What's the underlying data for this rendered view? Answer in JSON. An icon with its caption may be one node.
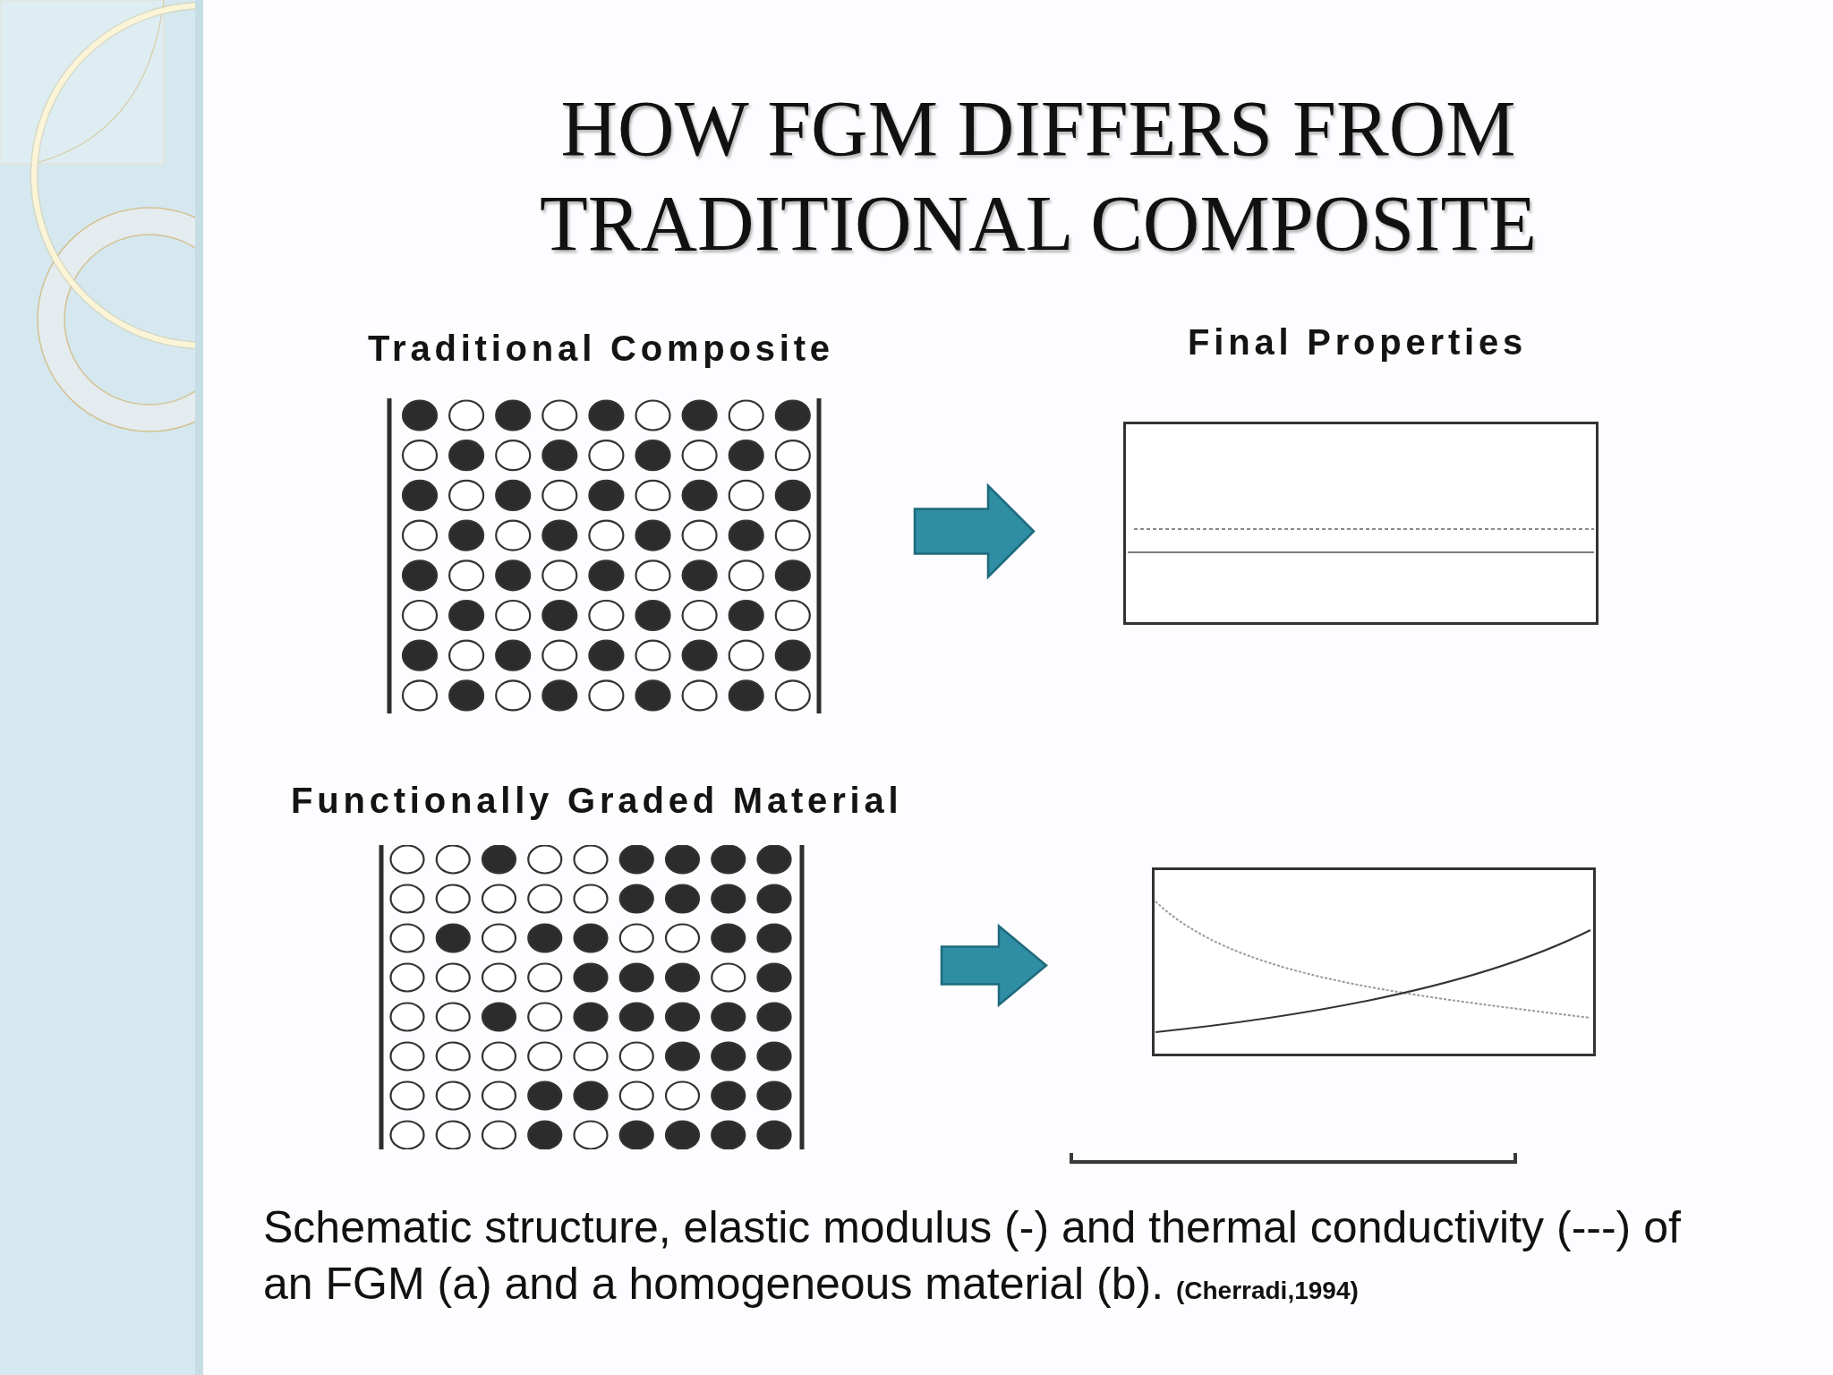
{
  "diagram": {
    "title": "HOW FGM DIFFERS FROM TRADITIONAL COMPOSITE",
    "caption": "Schematic structure, elastic modulus (-) and thermal conductivity (---) of an FGM (a) and a homogeneous material (b). **(Cherradi,1994)**",
    "nodes": [
      {
        "text": [
          "Traditional Composite"
        ]
      },
      {
        "text": [
          "Final Properties"
        ]
      },
      {
        "text": [
          "Functionally Graded Material"
        ]
      },
      {
        "text": [],
        "shape": "box"
      }
    ],
    "edges": [
      {
        "from": 0,
        "to": 1,
        "arrow": "to"
      },
      {
        "from": 2,
        "to": 3,
        "arrow": "to"
      }
    ]
  }
}
